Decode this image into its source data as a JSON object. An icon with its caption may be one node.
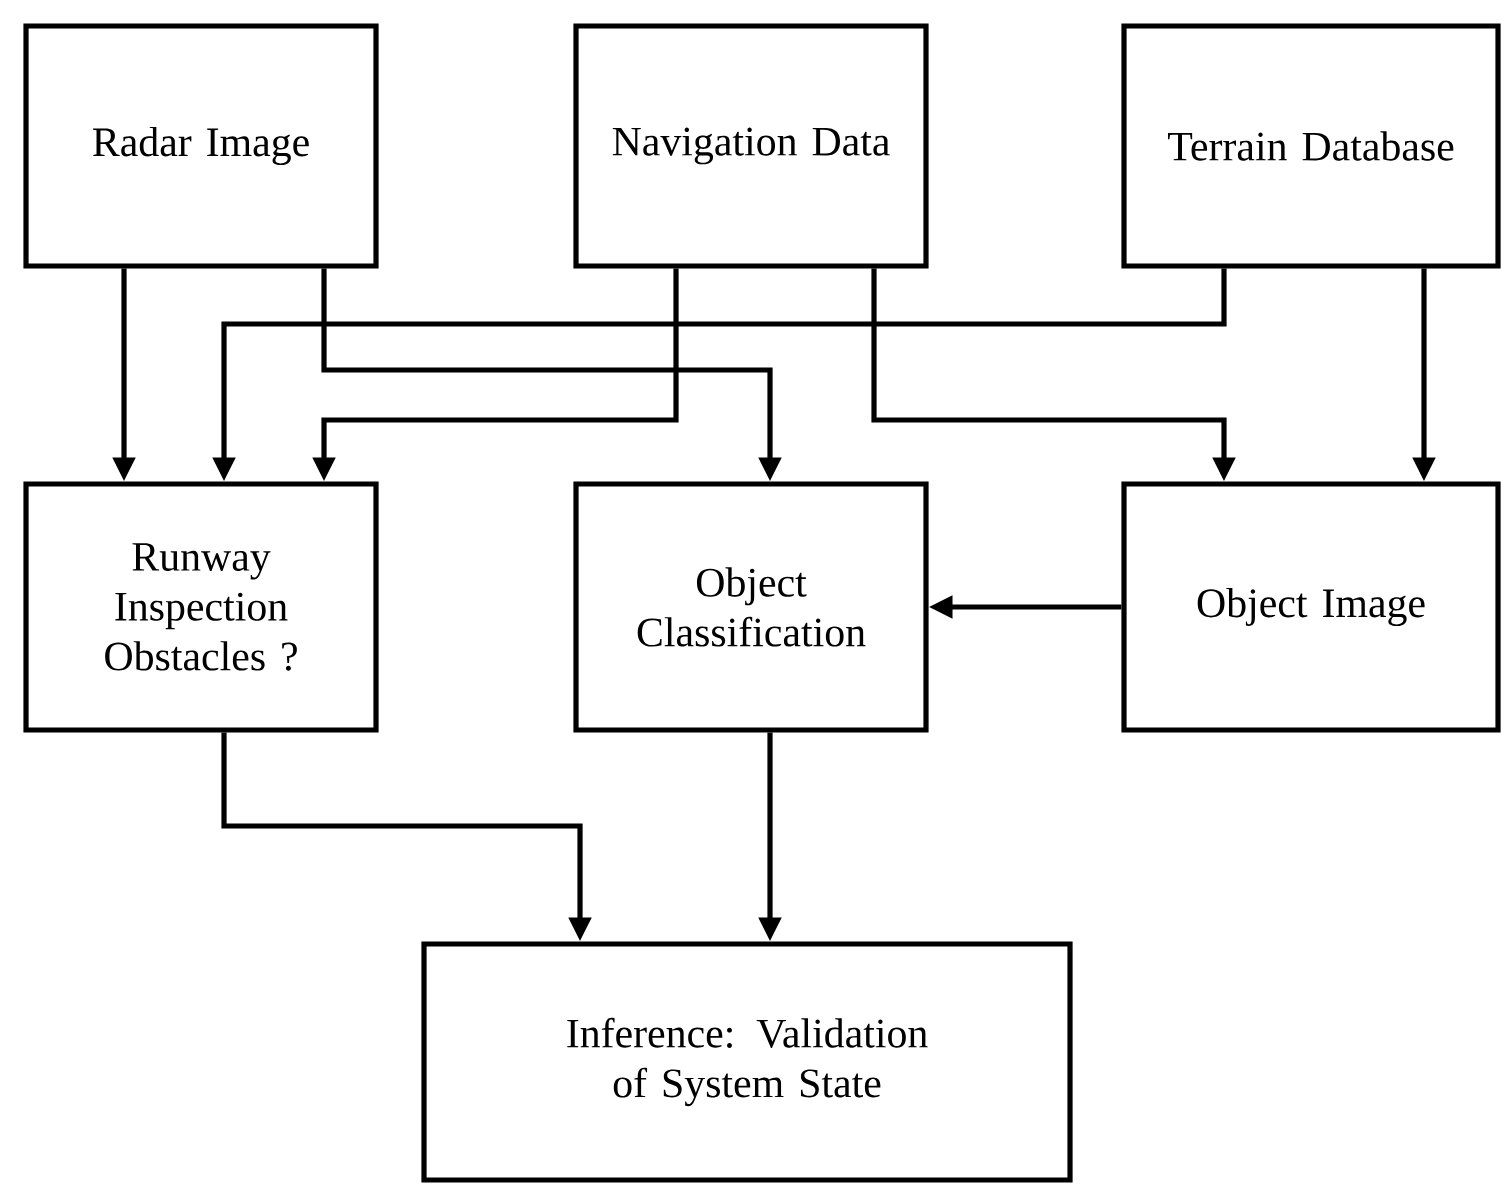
{
  "diagram": {
    "nodes": [
      {
        "text": [
          "Radar Image"
        ]
      },
      {
        "text": [
          "Navigation Data"
        ]
      },
      {
        "text": [
          "Terrain Database"
        ]
      },
      {
        "text": [
          "Runway Inspection Obstacles ?"
        ]
      },
      {
        "text": [
          "Object Classification"
        ]
      },
      {
        "text": [
          "Object Image"
        ]
      },
      {
        "text": [
          "Inference: Validation of System State"
        ]
      }
    ],
    "edges": [
      {
        "from": 0,
        "to": 3,
        "arrow": "to"
      },
      {
        "from": 0,
        "to": 4,
        "arrow": "to"
      },
      {
        "from": 1,
        "to": 3,
        "arrow": "to"
      },
      {
        "from": 1,
        "to": 5,
        "arrow": "to"
      },
      {
        "from": 2,
        "to": 3,
        "arrow": "to"
      },
      {
        "from": 2,
        "to": 5,
        "arrow": "to"
      },
      {
        "from": 5,
        "to": 4,
        "arrow": "to"
      },
      {
        "from": 3,
        "to": 6,
        "arrow": "to"
      },
      {
        "from": 4,
        "to": 6,
        "arrow": "to"
      }
    ]
  }
}
